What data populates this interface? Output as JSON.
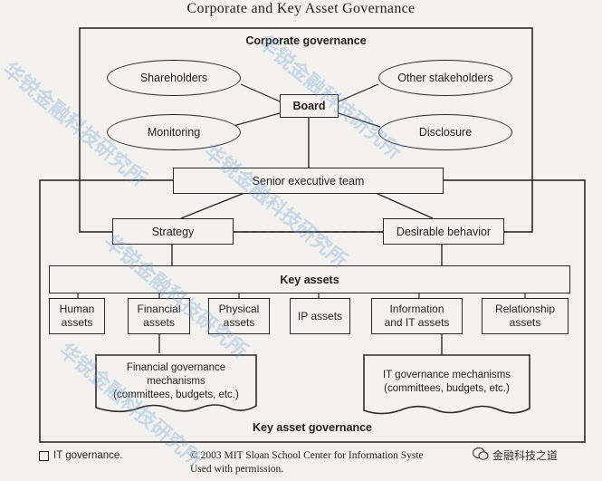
{
  "title": "Corporate and Key Asset Governance",
  "corporate_governance": {
    "label": "Corporate governance",
    "board": "Board",
    "shareholders": "Shareholders",
    "other_stakeholders": "Other stakeholders",
    "monitoring": "Monitoring",
    "disclosure": "Disclosure"
  },
  "executive": {
    "senior_executive_team": "Senior executive team",
    "strategy": "Strategy",
    "desirable_behavior": "Desirable behavior"
  },
  "key_assets": {
    "label": "Key assets",
    "items": [
      "Human\nassets",
      "Financial\nassets",
      "Physical\nassets",
      "IP assets",
      "Information\nand IT assets",
      "Relationship\nassets"
    ]
  },
  "mechanisms": {
    "financial": "Financial governance\nmechanisms\n(committees, budgets, etc.)",
    "it": "IT governance mechanisms\n(committees, budgets, etc.)"
  },
  "key_asset_governance": "Key asset governance",
  "legend": {
    "label": "IT governance."
  },
  "copyright": {
    "line1": "© 2003 MIT Sloan School Center for Information Syste",
    "line2": "Used with permission."
  },
  "wechat_label": "金融科技之道",
  "watermark_text": "华锐金融科技研究所",
  "colors": {
    "line": "#2a2a2a",
    "background": "#f3f2ee",
    "watermark": "#6ea0d2"
  }
}
